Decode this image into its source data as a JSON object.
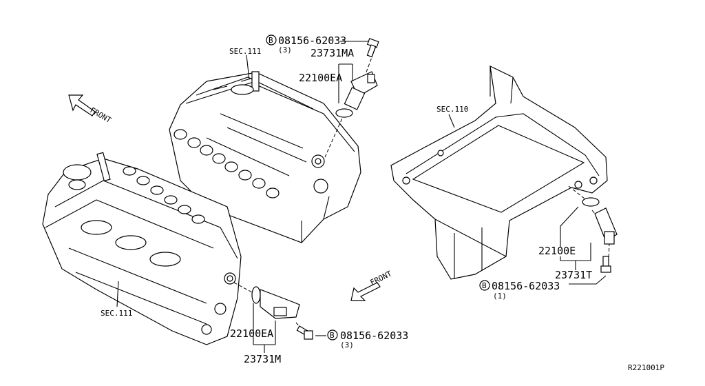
{
  "labels": {
    "sec111_top": "SEC.111",
    "sec111_bottom": "SEC.111",
    "sec110": "SEC.110",
    "front_top": "FRONT",
    "front_mid": "FRONT",
    "bolt_top_part": "08156-62033",
    "bolt_top_qty": "(3)",
    "bolt_bottom_part": "08156-62033",
    "bolt_bottom_qty": "(3)",
    "bolt_right_part": "08156-62033",
    "bolt_right_qty": "(1)",
    "bolt_marker": "B",
    "sensor_top_part": "23731MA",
    "oring_top_part": "22100EA",
    "oring_bottom_part": "22100EA",
    "sensor_bottom_part": "23731M",
    "oring_right_part": "22100E",
    "sensor_right_part": "23731T",
    "diagram_code": "R221001P"
  }
}
